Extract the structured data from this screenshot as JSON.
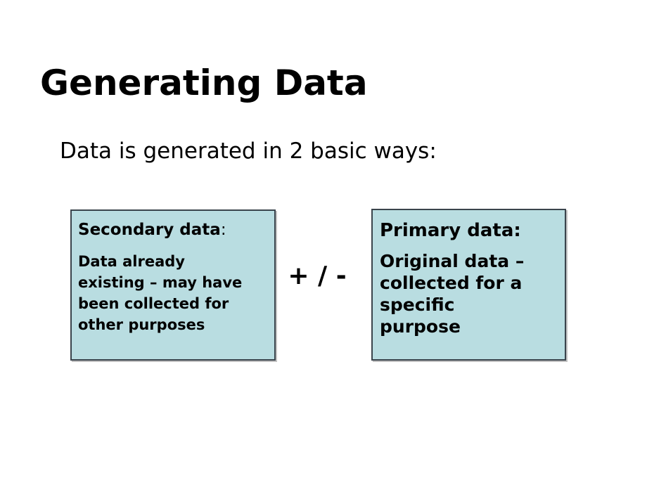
{
  "slide": {
    "title": "Generating Data",
    "subtitle": "Data is generated in 2 basic ways:",
    "operator": "+ / -"
  },
  "boxes": [
    {
      "name": "secondary-data-box",
      "title": "Secondary data",
      "title_suffix": ":",
      "lines": [
        "Data already",
        "existing – may have",
        "been collected for",
        "other purposes"
      ]
    },
    {
      "name": "primary-data-box",
      "title": "Primary data:",
      "title_suffix": "",
      "lines": [
        "Original data –",
        "collected for a",
        "specific",
        "purpose"
      ]
    }
  ],
  "colors": {
    "background": "#ffffff",
    "text": "#000000",
    "box_fill": "#b9dde1",
    "box_border": "#3a444c",
    "box_shadow": "#c2c2c2"
  }
}
